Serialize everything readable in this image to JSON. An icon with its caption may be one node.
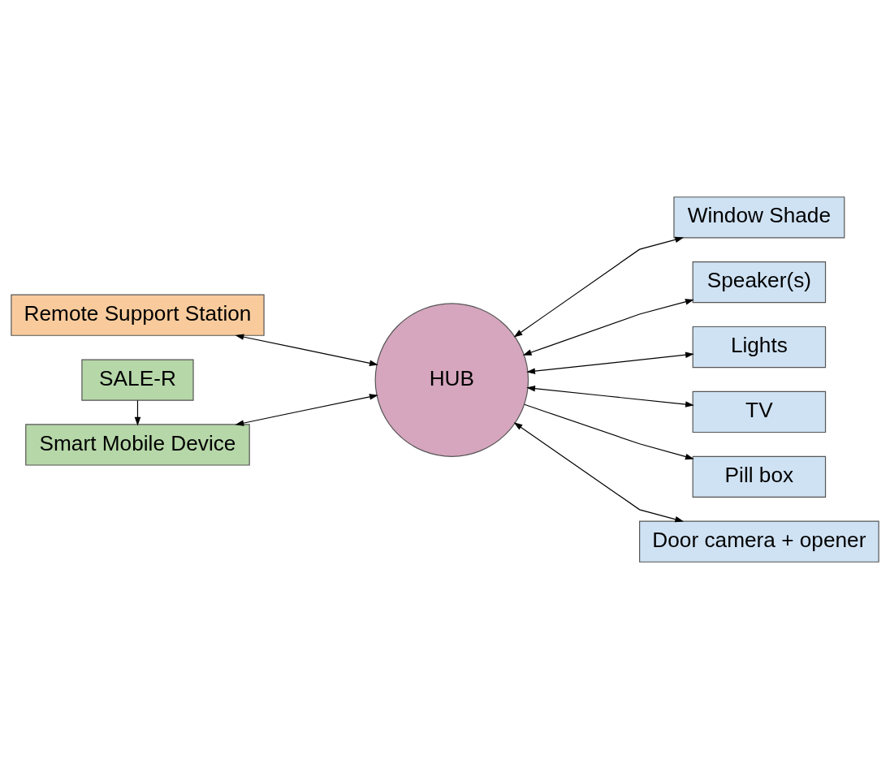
{
  "diagram": {
    "nodes": [
      {
        "text": [
          "Remote Support Station"
        ]
      },
      {
        "text": [
          "Window Shade"
        ]
      },
      {
        "text": [
          "Speaker(s)"
        ]
      },
      {
        "text": [
          "Smart Mobile Device"
        ]
      },
      {
        "text": [
          "HUB"
        ]
      },
      {
        "text": [
          "Lights"
        ]
      },
      {
        "text": [
          "TV"
        ]
      },
      {
        "text": [
          "SALE-R"
        ]
      },
      {
        "text": [
          "Pill box"
        ]
      },
      {
        "text": [
          "Door camera + opener"
        ]
      }
    ],
    "edges": [
      {
        "from": 0,
        "to": 4,
        "arrow": "both"
      },
      {
        "from": 4,
        "to": 1,
        "arrow": "both"
      },
      {
        "from": 4,
        "to": 2,
        "arrow": "both"
      },
      {
        "from": 3,
        "to": 4,
        "arrow": "both"
      },
      {
        "from": 4,
        "to": 5,
        "arrow": "both"
      },
      {
        "from": 4,
        "to": 6,
        "arrow": "both"
      },
      {
        "from": 7,
        "to": 3,
        "arrow": "to"
      },
      {
        "from": 4,
        "to": 8,
        "arrow": "to"
      },
      {
        "from": 4,
        "to": 9,
        "arrow": "both"
      }
    ]
  }
}
